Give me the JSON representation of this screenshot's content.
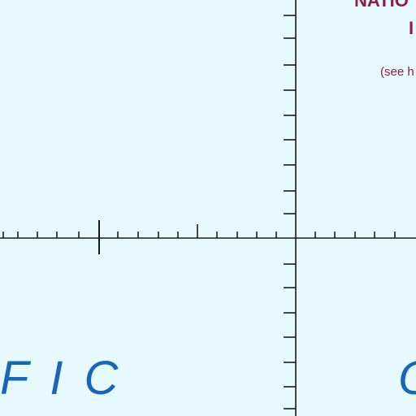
{
  "map": {
    "title_line_1": "NATIO",
    "title_line_2": "I",
    "note": "(see h",
    "ocean_label_left": "FIC",
    "ocean_label_right": "O",
    "colors": {
      "water": "#e6fafd",
      "grid": "#1a1a1a",
      "title": "#8b1e4a",
      "ocean_label": "#1766b8"
    }
  }
}
